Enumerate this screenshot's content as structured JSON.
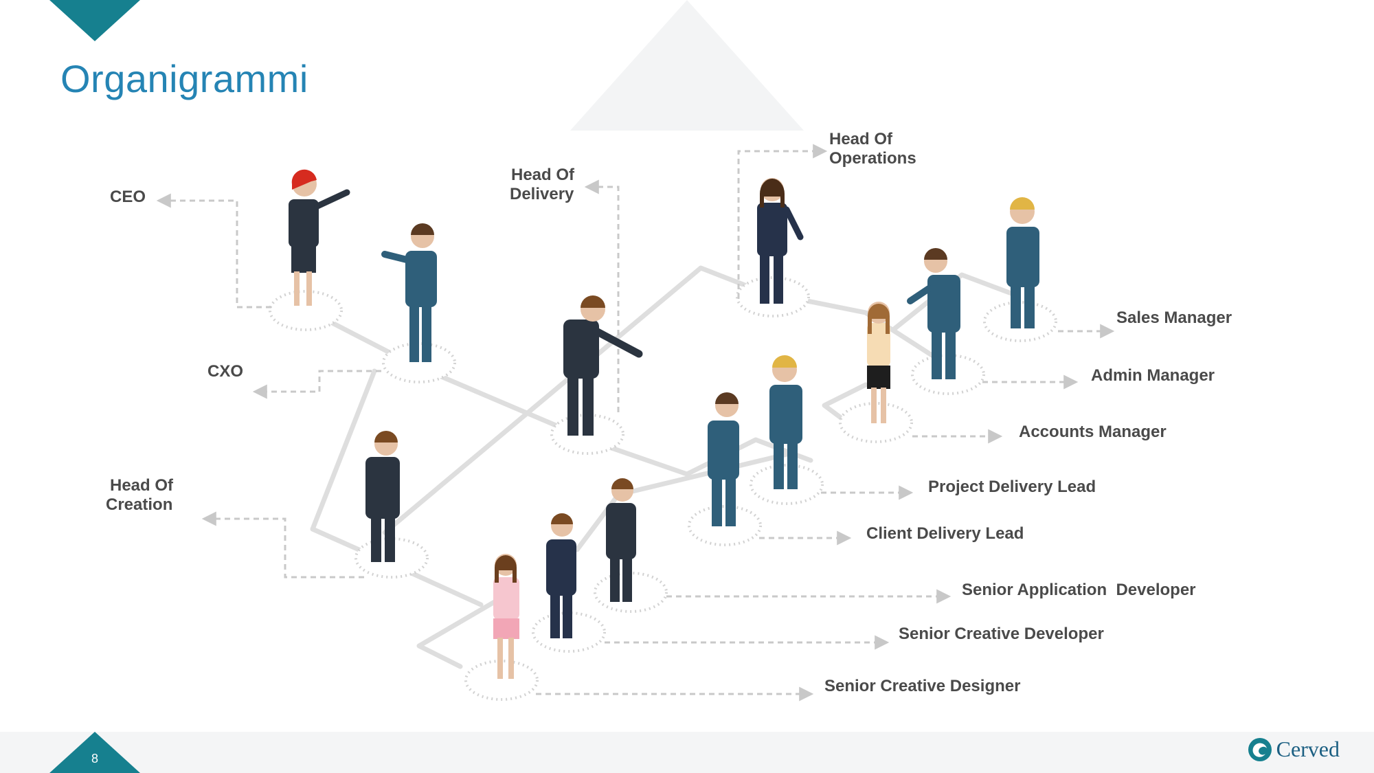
{
  "slide": {
    "title": "Organigrammi",
    "page_number": "8",
    "logo_text": "Cerved"
  },
  "roles": {
    "ceo": "CEO",
    "cxo": "CXO",
    "head_delivery_1": "Head Of",
    "head_delivery_2": "Delivery",
    "head_operations_1": "Head Of",
    "head_operations_2": "Operations",
    "head_creation_1": "Head Of",
    "head_creation_2": "Creation",
    "sales_manager": "Sales Manager",
    "admin_manager": "Admin Manager",
    "accounts_manager": "Accounts Manager",
    "project_delivery_lead": "Project Delivery Lead",
    "client_delivery_lead": "Client Delivery Lead",
    "senior_application_developer": "Senior Application  Developer",
    "senior_creative_developer": "Senior Creative Developer",
    "senior_creative_designer": "Senior Creative Designer"
  },
  "colors": {
    "accent": "#16808f",
    "title": "#2584b4",
    "suit_blue": "#2f5f7a",
    "suit_dark": "#2b3440",
    "path": "#dcdcdc"
  }
}
